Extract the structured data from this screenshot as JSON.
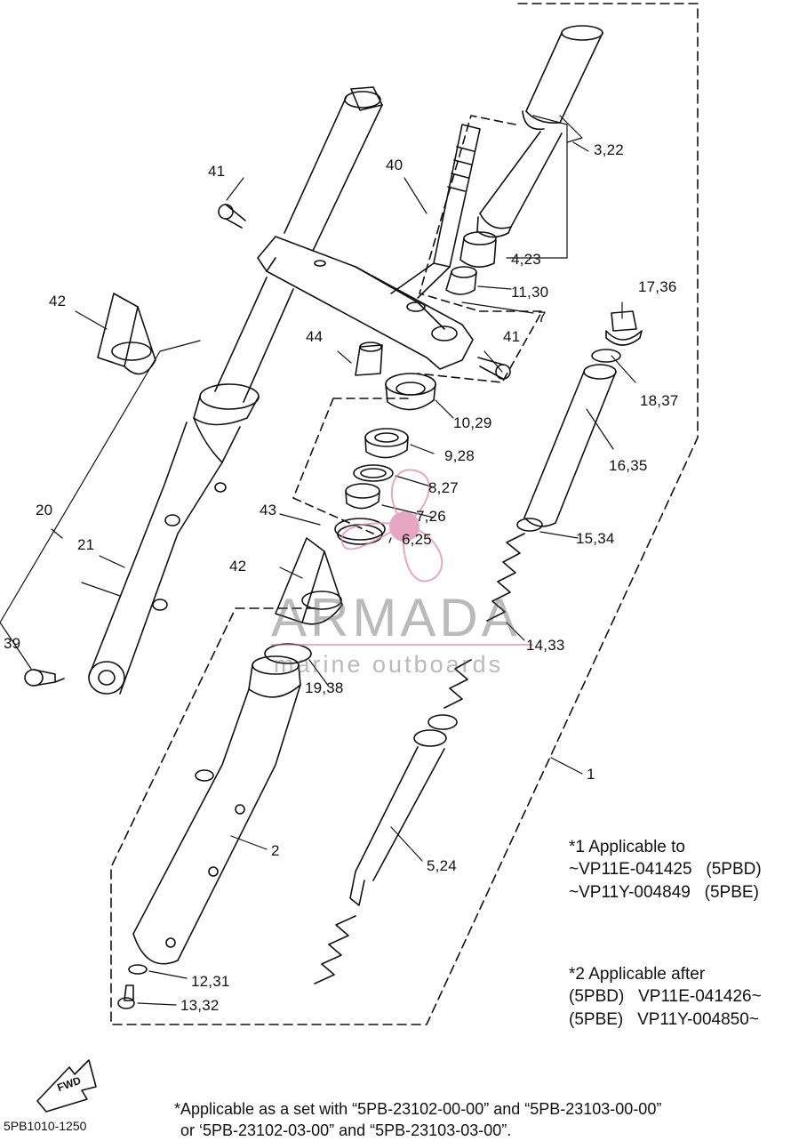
{
  "callouts": {
    "c_3_22": "3,22",
    "c_4_23": "4,23",
    "c_11_30": "11,30",
    "c_7": "7",
    "c_17_36": "17,36",
    "c_18_37": "18,37",
    "c_16_35": "16,35",
    "c_15_34": "15,34",
    "c_14_33": "14,33",
    "c_1": "1",
    "c_5_24": "5,24",
    "c_2": "2",
    "c_12_31": "12,31",
    "c_13_32": "13,32",
    "c_19_38": "19,38",
    "c_42a": "42",
    "c_42b": "42",
    "c_43": "43",
    "c_6_25": "6,25",
    "c_7_26": "7,26",
    "c_8_27": "8,27",
    "c_9_28": "9,28",
    "c_10_29": "10,29",
    "c_41a": "41",
    "c_41b": "41",
    "c_40": "40",
    "c_44": "44",
    "c_20": "20",
    "c_21": "21",
    "c_39": "39"
  },
  "notes": {
    "note1": "*1 Applicable to\n~VP11E-041425   (5PBD)\n~VP11Y-004849   (5PBE)",
    "note2": "*2 Applicable after\n(5PBD)   VP11E-041426~\n(5PBE)   VP11Y-004850~"
  },
  "footer": {
    "line1": "*Applicable as a set with “5PB-23102-00-00” and “5PB-23103-00-00”",
    "line2": "or ‘5PB-23102-03-00”  and “5PB-23103-03-00”."
  },
  "fwd_label": "FWD",
  "diagram_code": "5PB1010-1250",
  "watermark": {
    "name": "ARMADA",
    "sub": "marine outboards",
    "accent_color": "#e08ab0"
  }
}
